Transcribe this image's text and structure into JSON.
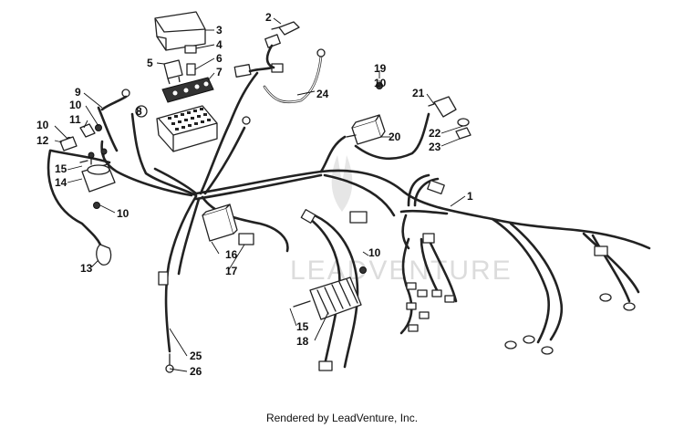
{
  "watermark": "LEADVENTURE",
  "credit": "Rendered by LeadVenture, Inc.",
  "callouts": {
    "c1": "1",
    "c2": "2",
    "c3": "3",
    "c4": "4",
    "c5": "5",
    "c6": "6",
    "c7": "7",
    "c8": "8",
    "c9": "9",
    "c10a": "10",
    "c10b": "10",
    "c10c": "10",
    "c10d": "10",
    "c10e": "10",
    "c11": "11",
    "c12": "12",
    "c13": "13",
    "c14": "14",
    "c15a": "15",
    "c15b": "15",
    "c16": "16",
    "c17": "17",
    "c18": "18",
    "c19": "19",
    "c20": "20",
    "c21": "21",
    "c22": "22",
    "c23": "23",
    "c24": "24",
    "c25": "25",
    "c26": "26"
  }
}
